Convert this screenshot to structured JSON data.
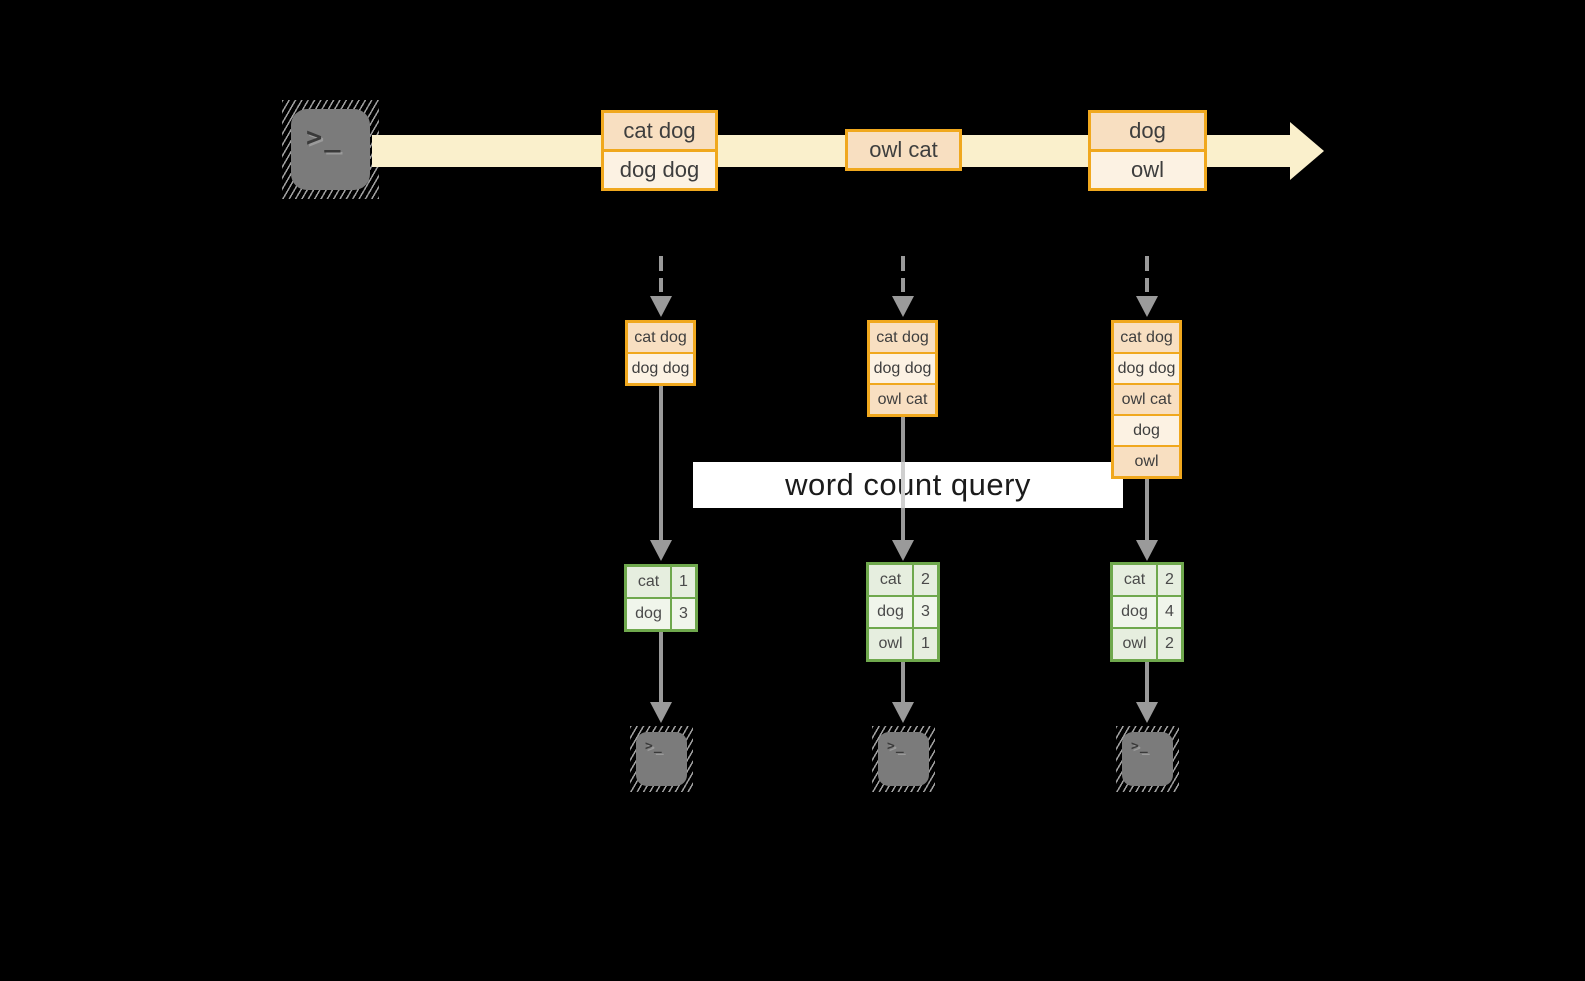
{
  "query_label": "word count query",
  "source_icon": {
    "name": "terminal-icon",
    "glyph": ">_"
  },
  "sink_icons": [
    {
      "name": "terminal-icon",
      "glyph": ">_"
    },
    {
      "name": "terminal-icon",
      "glyph": ">_"
    },
    {
      "name": "terminal-icon",
      "glyph": ">_"
    }
  ],
  "stream_batches": [
    {
      "rows": [
        "cat dog",
        "dog dog"
      ]
    },
    {
      "rows": [
        "owl cat"
      ]
    },
    {
      "rows": [
        "dog",
        "owl"
      ]
    }
  ],
  "state_buffers": [
    {
      "rows": [
        "cat dog",
        "dog dog"
      ]
    },
    {
      "rows": [
        "cat dog",
        "dog dog",
        "owl cat"
      ]
    },
    {
      "rows": [
        "cat dog",
        "dog dog",
        "owl cat",
        "dog",
        "owl"
      ]
    }
  ],
  "count_tables": [
    {
      "rows": [
        {
          "word": "cat",
          "count": "1"
        },
        {
          "word": "dog",
          "count": "3"
        }
      ]
    },
    {
      "rows": [
        {
          "word": "cat",
          "count": "2"
        },
        {
          "word": "dog",
          "count": "3"
        },
        {
          "word": "owl",
          "count": "1"
        }
      ]
    },
    {
      "rows": [
        {
          "word": "cat",
          "count": "2"
        },
        {
          "word": "dog",
          "count": "4"
        },
        {
          "word": "owl",
          "count": "2"
        }
      ]
    }
  ],
  "colors": {
    "background": "#000000",
    "stream_band": "#FAF0CC",
    "record_border": "#F0A81E",
    "record_fill_dark": "#F8DFC1",
    "record_fill_light": "#FCF2E3",
    "table_border": "#6FA84D",
    "table_fill_dark": "#E6EEDF",
    "table_fill_light": "#F0F5EB",
    "arrow_gray": "#9A9A9A",
    "terminal_gray": "#7B7B7B",
    "label_background": "#FFFFFF"
  }
}
